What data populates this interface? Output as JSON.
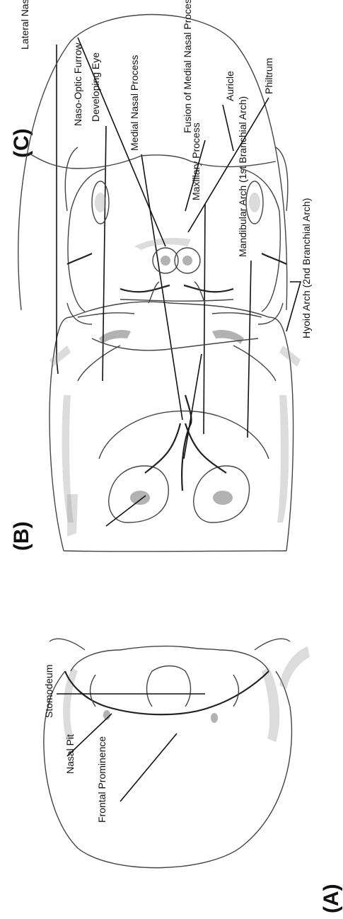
{
  "panels": [
    {
      "letter": "(A)",
      "labels": [
        "Frontal Prominence",
        "Nasal Pit",
        "Stomodeum"
      ]
    },
    {
      "letter": "(B)",
      "labels": [
        "Lateral Nasal Process",
        "Developing Eye",
        "Medial Nasal Process",
        "Maxillary Process",
        "Mandibular Arch (1st Branchial Arch)",
        "Hyoid Arch (2nd Branchial Arch)"
      ]
    },
    {
      "letter": "(C)",
      "labels": [
        "Naso-Optic Furrow",
        "Fusion of Medial Nasal Process and Maxillary Process",
        "Auricle",
        "Philtrum"
      ]
    }
  ]
}
